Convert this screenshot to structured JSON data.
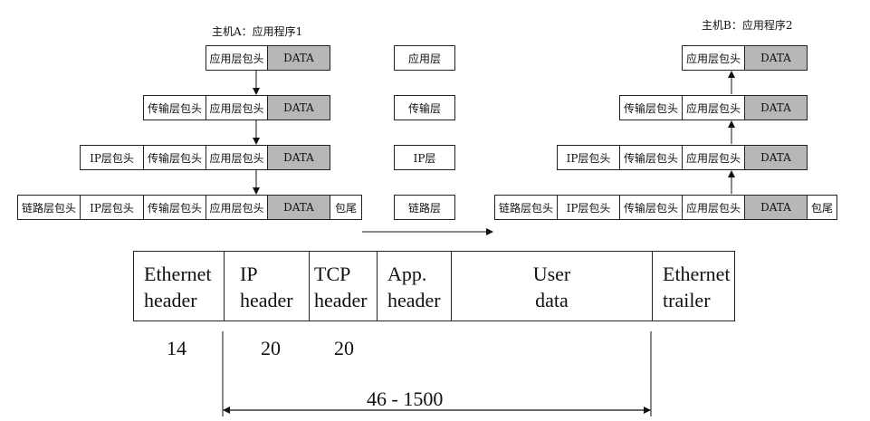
{
  "host_a": {
    "title": "主机A：应用程序1"
  },
  "host_b": {
    "title": "主机B：应用程序2"
  },
  "labels": {
    "app_header": "应用层包头",
    "transport_header": "传输层包头",
    "ip_header": "IP层包头",
    "link_header": "链路层包头",
    "data": "DATA",
    "trailer": "包尾"
  },
  "layers": {
    "application": "应用层",
    "transport": "传输层",
    "ip": "IP层",
    "link": "链路层"
  },
  "frame": {
    "fields": [
      {
        "line1": "Ethernet",
        "line2": "header"
      },
      {
        "line1": "IP",
        "line2": "header"
      },
      {
        "line1": "TCP",
        "line2": "header"
      },
      {
        "line1": "App.",
        "line2": "header"
      },
      {
        "line1": "User",
        "line2": "data"
      },
      {
        "line1": "Ethernet",
        "line2": "trailer"
      }
    ],
    "sizes": {
      "ethernet_header": "14",
      "ip_header": "20",
      "tcp_header": "20"
    },
    "span_label": "46 - 1500"
  }
}
